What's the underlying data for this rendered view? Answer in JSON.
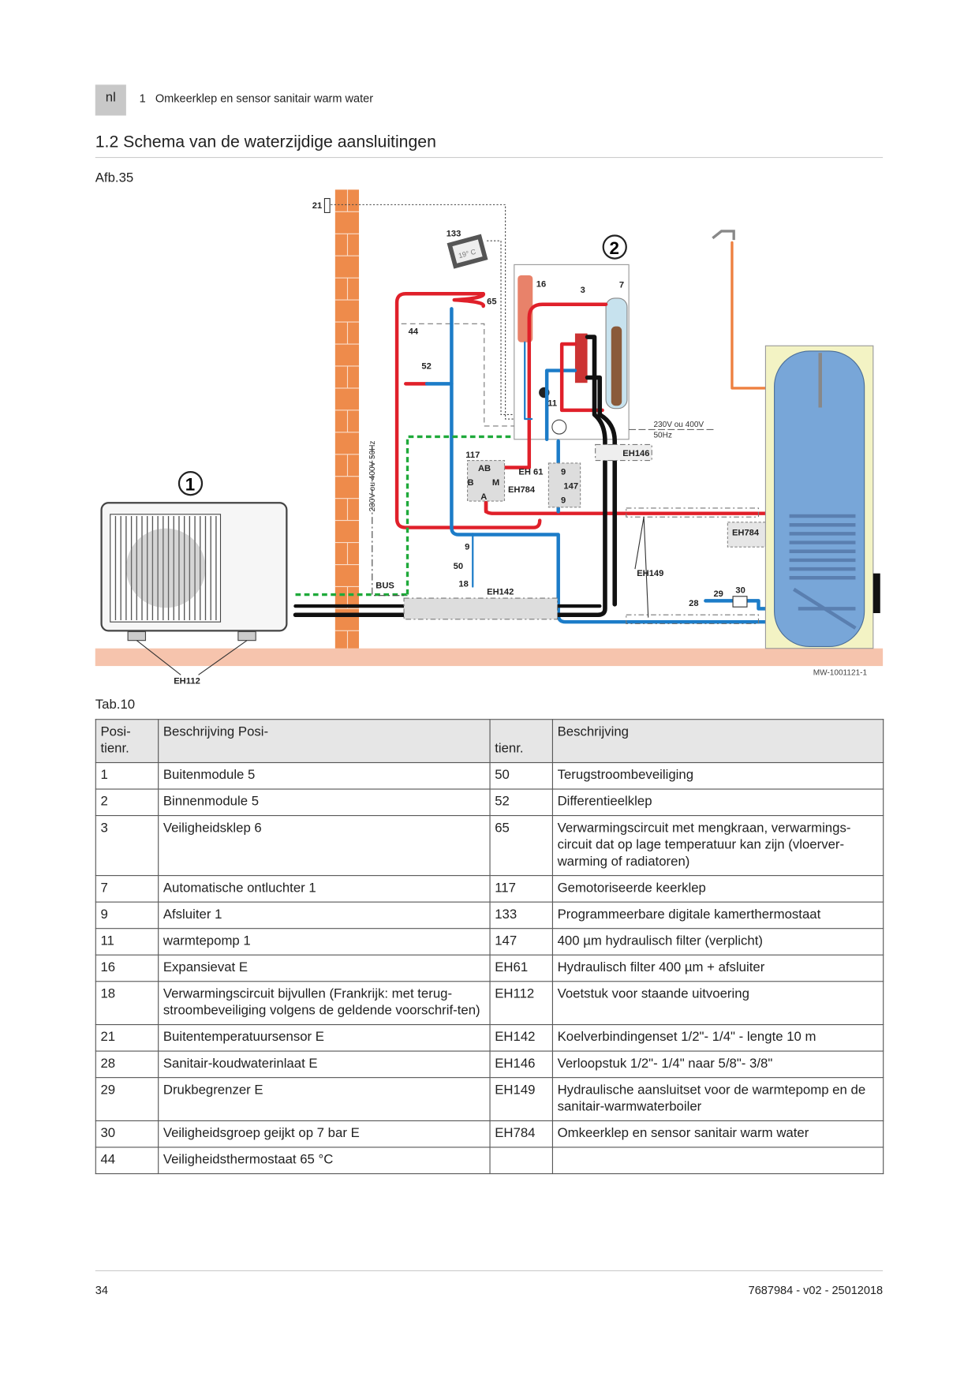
{
  "header": {
    "lang": "nl",
    "breadcrumb": "1   Omkeerklep en sensor sanitair warm water"
  },
  "section_title": "1.2  Schema van de waterzijdige aansluitingen",
  "figure": {
    "caption": "Afb.35",
    "reference": "MW-1001121-1",
    "labels": {
      "l21": "21",
      "l133": "133",
      "thermo": "19° C",
      "l65": "65",
      "l44": "44",
      "l52": "52",
      "l16": "16",
      "l3": "3",
      "l7": "7",
      "l11": "11",
      "l117": "117",
      "ab": "AB",
      "b": "B",
      "a": "A",
      "m": "M",
      "eh61": "EH 61",
      "eh784a": "EH784",
      "l147": "147",
      "l9a": "9",
      "l9b": "9",
      "l9c": "9",
      "l50": "50",
      "l18": "18",
      "eh142": "EH142",
      "bus": "BUS",
      "power_v": "230V ou 400V 50Hz",
      "power1": "230V ou 400V",
      "power2": "50Hz",
      "eh146": "EH146",
      "eh784b": "EH784",
      "eh149": "EH149",
      "l29": "29",
      "l30": "30",
      "l28": "28",
      "eh112": "EH112",
      "unit1": "1",
      "unit2": "2"
    }
  },
  "table": {
    "caption": "Tab.10",
    "headers": [
      "Posi-\ntienr.",
      "Beschrijving Posi-",
      "tienr.",
      "Beschrijving"
    ],
    "rows": [
      [
        "1",
        "Buitenmodule 5",
        "50",
        "Terugstroombeveiliging"
      ],
      [
        "2",
        "Binnenmodule 5",
        "52",
        "Differentieelklep"
      ],
      [
        "3",
        "Veiligheidsklep 6",
        "65",
        "Verwarmingscircuit met mengkraan, verwarmings-circuit dat op lage temperatuur kan zijn (vloerver-warming of radiatoren)"
      ],
      [
        "7",
        "Automatische ontluchter 1",
        "117",
        "Gemotoriseerde keerklep"
      ],
      [
        "9",
        "Afsluiter 1",
        "133",
        "Programmeerbare digitale kamerthermostaat"
      ],
      [
        "11",
        "warmtepomp 1",
        "147",
        "400 µm hydraulisch filter (verplicht)"
      ],
      [
        "16",
        "Expansievat E",
        "EH61",
        "Hydraulisch filter 400 µm + afsluiter"
      ],
      [
        "18",
        "Verwarmingscircuit bijvullen (Frankrijk: met terug-stroombeveiliging volgens de geldende voorschrif-ten)",
        "EH112",
        "Voetstuk voor staande uitvoering"
      ],
      [
        "21",
        "Buitentemperatuursensor E",
        "EH142",
        "Koelverbindingenset 1/2\"- 1/4\" - lengte 10 m"
      ],
      [
        "28",
        "Sanitair-koudwaterinlaat E",
        "EH146",
        "Verloopstuk 1/2\"- 1/4\" naar 5/8\"- 3/8\""
      ],
      [
        "29",
        "Drukbegrenzer E",
        "EH149",
        "Hydraulische aansluitset voor de warmtepomp en de sanitair-warmwaterboiler"
      ],
      [
        "30",
        "Veiligheidsgroep geijkt op 7 bar E",
        "EH784",
        "Omkeerklep en sensor sanitair warm water"
      ],
      [
        "44",
        "Veiligheidsthermostaat 65 °C",
        "",
        ""
      ]
    ]
  },
  "footer": {
    "page": "34",
    "doc": "7687984 - v02 - 25012018"
  }
}
